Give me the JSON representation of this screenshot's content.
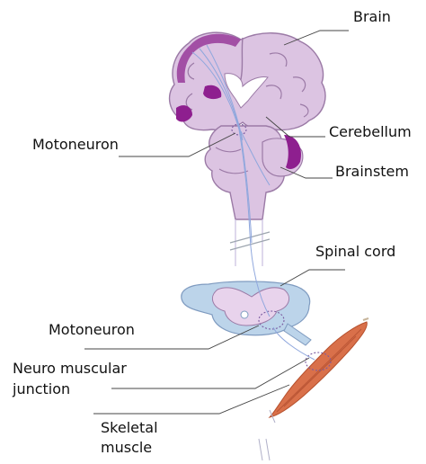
{
  "labels": {
    "brain": "Brain",
    "cerebellum": "Cerebellum",
    "motoneuron_upper": "Motoneuron",
    "brainstem": "Brainstem",
    "spinal_cord": "Spinal cord",
    "motoneuron_lower": "Motoneuron",
    "nmj_line1": "Neuro muscular",
    "nmj_line2": "junction",
    "muscle_line1": "Skeletal",
    "muscle_line2": "muscle"
  },
  "colors": {
    "brain_fill": "#dcc4e2",
    "brain_outline": "#9b7aa6",
    "cortex_highlight": "#a24fa5",
    "dark_region": "#8e1f8f",
    "spinal_grey": "#bcd4ea",
    "spinal_white_matter": "#e8d3ec",
    "muscle": "#d9704a",
    "axon": "#8fa7dd"
  }
}
